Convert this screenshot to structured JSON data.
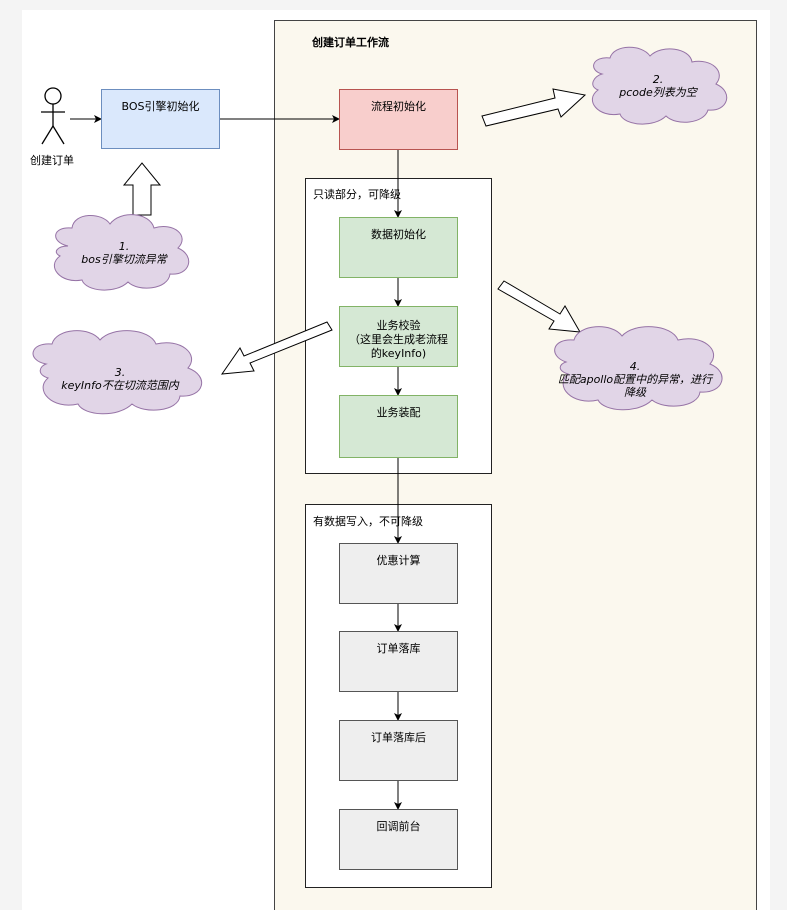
{
  "workflow": {
    "title": "创建订单工作流"
  },
  "actor": {
    "label": "创建订单"
  },
  "nodes": {
    "bos_init": "BOS引擎初始化",
    "flow_init": "流程初始化",
    "data_init": "数据初始化",
    "biz_check_l1": "业务校验",
    "biz_check_l2": "（这里会生成老流程",
    "biz_check_l3": "的keyInfo)",
    "biz_assemble": "业务装配",
    "discount_calc": "优惠计算",
    "order_persist": "订单落库",
    "order_after": "订单落库后",
    "callback": "回调前台"
  },
  "groups": {
    "readonly": "只读部分，可降级",
    "write": "有数据写入，不可降级"
  },
  "clouds": {
    "c1_num": "1.",
    "c1_text": "bos引擎切流异常",
    "c2_num": "2.",
    "c2_text": "pcode列表为空",
    "c3_num": "3.",
    "c3_text": "keyInfo不在切流范围内",
    "c4_num": "4.",
    "c4_l1": "匹配apollo配置中的异常，进行",
    "c4_l2": "降级"
  },
  "colors": {
    "blue_fill": "#dae8fc",
    "red_fill": "#f8cecc",
    "green_fill": "#d5e8d4",
    "gray_fill": "#eeeeee",
    "cloud_fill": "#e1d5e7",
    "cloud_stroke": "#9673a6"
  }
}
